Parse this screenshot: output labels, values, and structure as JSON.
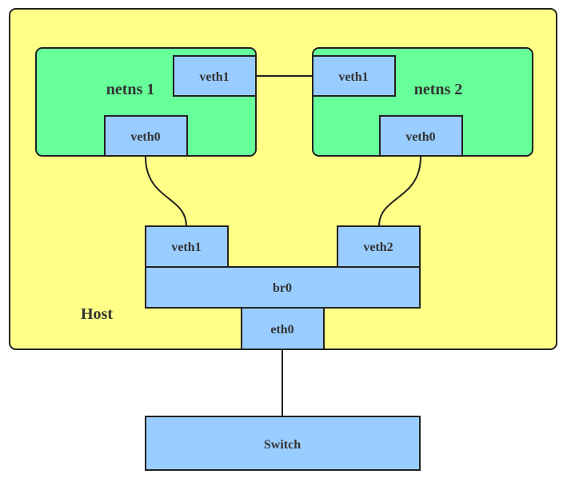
{
  "colors": {
    "host_fill": "#ffff88",
    "netns_fill": "#66ff99",
    "interface_fill": "#99ccff",
    "stroke": "#222222",
    "text": "#333333"
  },
  "host": {
    "label": "Host"
  },
  "netns1": {
    "label": "netns 1",
    "veth0": "veth0",
    "veth1": "veth1"
  },
  "netns2": {
    "label": "netns 2",
    "veth0": "veth0",
    "veth1": "veth1"
  },
  "bridge": {
    "label": "br0",
    "port_left": "veth1",
    "port_right": "veth2"
  },
  "uplink": {
    "label": "eth0"
  },
  "switch": {
    "label": "Switch"
  }
}
